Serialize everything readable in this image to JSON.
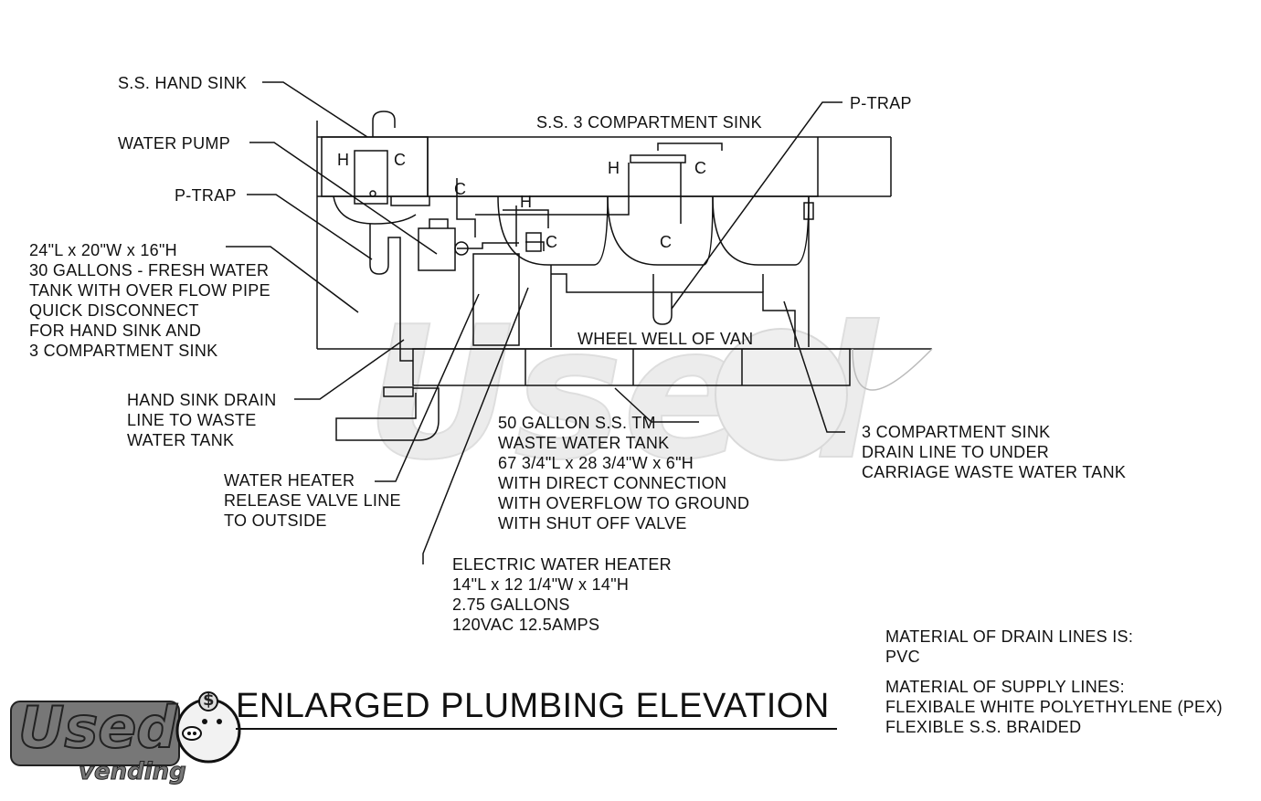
{
  "title": "ENLARGED PLUMBING ELEVATION",
  "labels": {
    "hand_sink": "S.S. HAND SINK",
    "three_comp_sink": "S.S. 3 COMPARTMENT SINK",
    "water_pump": "WATER PUMP",
    "p_trap_left": "P-TRAP",
    "p_trap_right": "P-TRAP",
    "wheel_well": "WHEEL WELL OF VAN",
    "fresh_tank": [
      "24\"L x 20\"W x 16\"H",
      "30 GALLONS - FRESH WATER",
      "TANK WITH OVER FLOW PIPE",
      "QUICK DISCONNECT",
      "FOR HAND SINK AND",
      "3 COMPARTMENT SINK"
    ],
    "hand_sink_drain": [
      "HAND SINK DRAIN",
      "LINE TO WASTE",
      "WATER TANK"
    ],
    "heater_valve": [
      "WATER HEATER",
      "RELEASE VALVE LINE",
      "TO OUTSIDE"
    ],
    "waste_tank": [
      "50 GALLON S.S. TM",
      "WASTE WATER TANK",
      "67 3/4\"L x 28 3/4\"W x 6\"H",
      "WITH DIRECT CONNECTION",
      "WITH OVERFLOW TO GROUND",
      "WITH SHUT OFF VALVE"
    ],
    "comp_sink_drain": [
      "3 COMPARTMENT SINK",
      "DRAIN LINE TO UNDER",
      "CARRIAGE WASTE WATER TANK"
    ],
    "water_heater": [
      "ELECTRIC WATER HEATER",
      "14\"L x 12 1/4\"W x 14\"H",
      "2.75 GALLONS",
      "120VAC 12.5AMPS"
    ]
  },
  "markers": {
    "h": "H",
    "c": "C"
  },
  "notes": {
    "drain_material": [
      "MATERIAL OF DRAIN LINES IS:",
      "PVC"
    ],
    "supply_material": [
      "MATERIAL OF SUPPLY LINES:",
      "FLEXIBALE WHITE POLYETHYLENE (PEX)",
      "FLEXIBLE S.S. BRAIDED"
    ]
  },
  "logo": {
    "word": "Used",
    "sub": "vending",
    "symbol": "$"
  },
  "colors": {
    "line": "#111111",
    "watermark": "#d6d6d6",
    "logo_fill": "#6f6f6f"
  }
}
